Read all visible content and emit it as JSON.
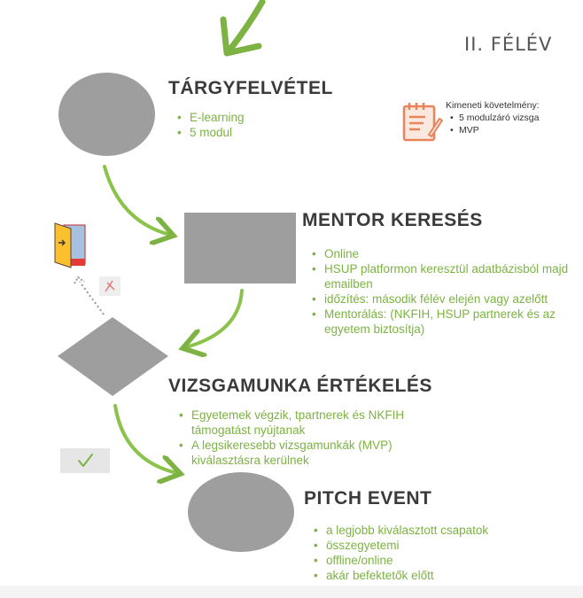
{
  "semester": "II. FÉLÉV",
  "exit_requirements": {
    "title": "Kimeneti követelmény:",
    "items": [
      "5 modulzáró vizsga",
      "MVP"
    ]
  },
  "steps": [
    {
      "title": "TÁRGYFELVÉTEL",
      "bullets": [
        "E-learning",
        "5 modul"
      ]
    },
    {
      "title": "MENTOR KERESÉS",
      "bullets": [
        "Online",
        "HSUP platformon keresztül adatbázisból majd emailben",
        "időzítés: második félév elején vagy azelőtt",
        "Mentorálás: (NKFIH, HSUP partnerek és az egyetem biztosítja)"
      ]
    },
    {
      "title": "VIZSGAMUNKA ÉRTÉKELÉS",
      "bullets": [
        "Egyetemek végzik, tpartnerek és NKFIH támogatást nyújtanak",
        "A legsikeresebb vizsgamunkák (MVP) kiválasztásra kerülnek"
      ]
    },
    {
      "title": "PITCH EVENT",
      "bullets": [
        "a legjobb kiválasztott csapatok",
        "összegyetemi",
        "offline/online",
        "akár befektetők előtt"
      ]
    }
  ],
  "colors": {
    "accent_green": "#7cb342",
    "heading": "#3a3a3a",
    "shape_gray": "#9e9e9e",
    "notepad_orange": "#e8845a",
    "decision_fail_red": "#e53935"
  },
  "icons": [
    "arrow-down-icon",
    "notepad-icon",
    "exit-door-icon",
    "cross-mark-icon",
    "check-mark-icon"
  ]
}
